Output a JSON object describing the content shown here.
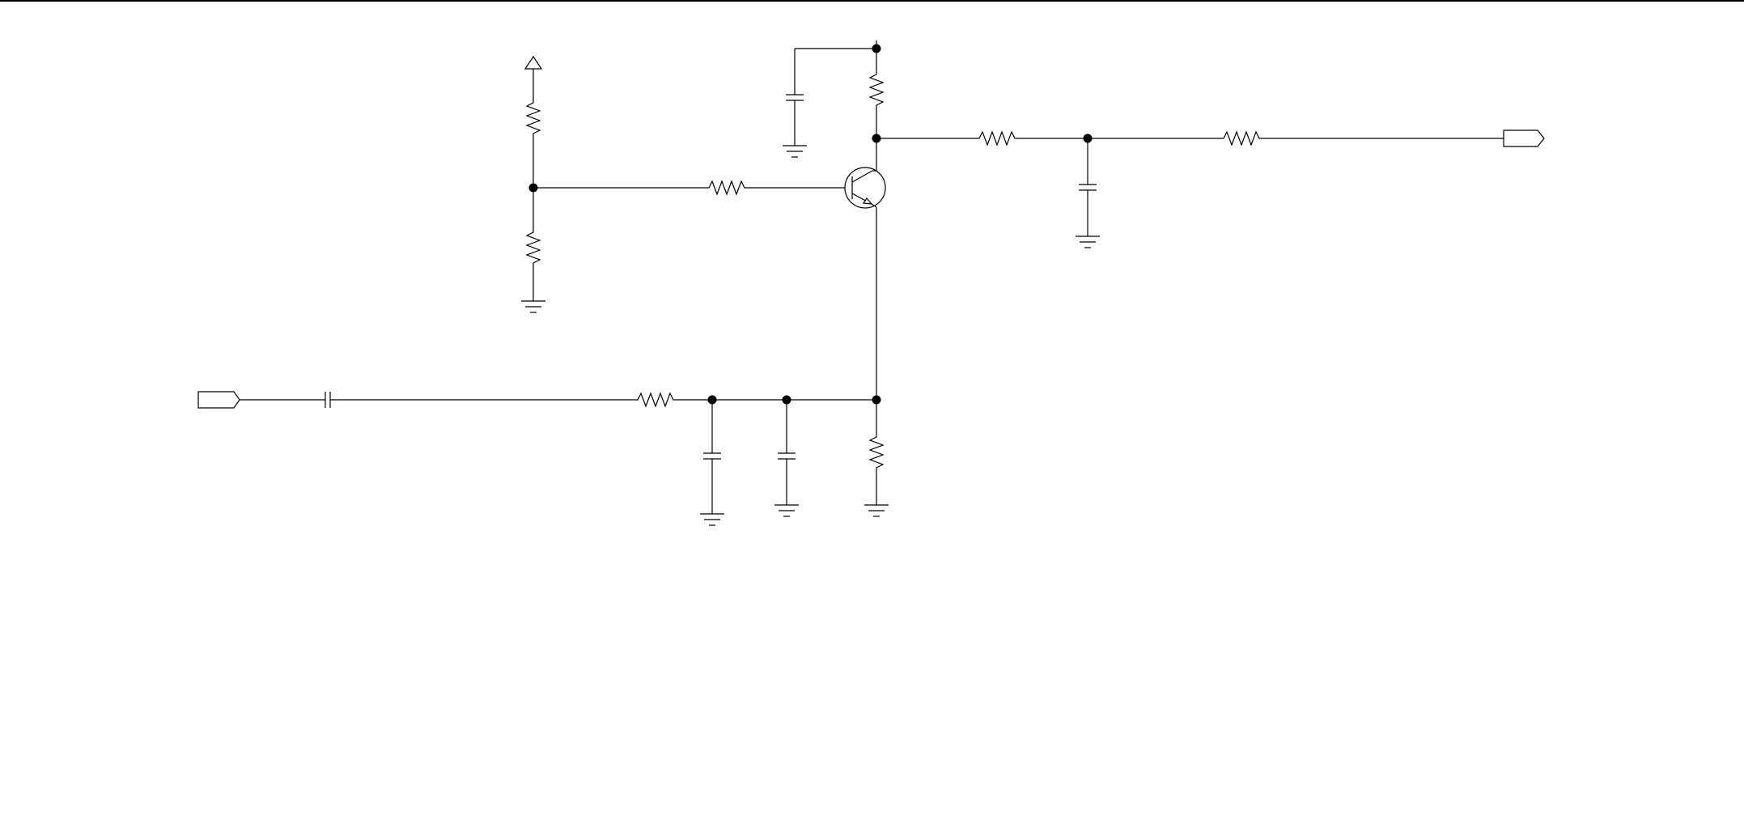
{
  "diagram": {
    "type": "circuit-schematic",
    "labels": [],
    "components": [
      {
        "kind": "input-port",
        "name": "input-port"
      },
      {
        "kind": "capacitor",
        "name": "coupling-capacitor"
      },
      {
        "kind": "resistor",
        "name": "input-resistor"
      },
      {
        "kind": "capacitor",
        "name": "shunt-capacitor-1"
      },
      {
        "kind": "capacitor",
        "name": "shunt-capacitor-2"
      },
      {
        "kind": "resistor",
        "name": "emitter-resistor"
      },
      {
        "kind": "npn-transistor",
        "name": "transistor"
      },
      {
        "kind": "resistor",
        "name": "base-resistor"
      },
      {
        "kind": "resistor",
        "name": "bias-resistor-top"
      },
      {
        "kind": "resistor",
        "name": "bias-resistor-bottom"
      },
      {
        "kind": "power-supply",
        "name": "vcc-supply"
      },
      {
        "kind": "resistor",
        "name": "collector-resistor"
      },
      {
        "kind": "capacitor",
        "name": "decoupling-capacitor"
      },
      {
        "kind": "resistor",
        "name": "output-resistor-1"
      },
      {
        "kind": "capacitor",
        "name": "filter-capacitor"
      },
      {
        "kind": "resistor",
        "name": "output-resistor-2"
      },
      {
        "kind": "output-port",
        "name": "output-port"
      }
    ]
  }
}
